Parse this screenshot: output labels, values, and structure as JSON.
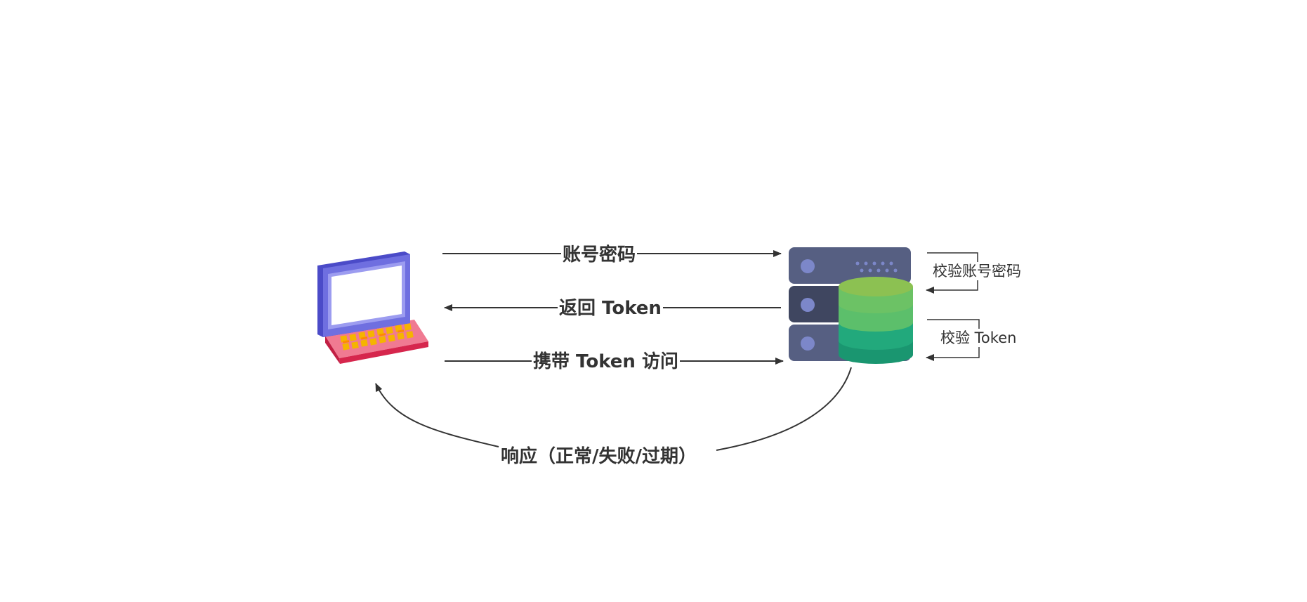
{
  "flows": {
    "login": "账号密码",
    "return_token": "返回 Token",
    "access_with_token": "携带 Token 访问",
    "response": "响应（正常/失败/过期）"
  },
  "server_side": {
    "verify_credentials": "校验账号密码",
    "verify_token": "校验 Token"
  },
  "colors": {
    "arrow": "#333333",
    "laptop_screen_frame": "#5b5bd6",
    "laptop_base": "#e8506e",
    "laptop_keys": "#f5b400",
    "server": "#505a78",
    "database_top": "#8cc152",
    "database_middle": "#2ab27b",
    "database_bottom": "#1a9670"
  },
  "icons": {
    "client": "laptop-icon",
    "server": "server-rack-icon",
    "database": "database-icon"
  }
}
